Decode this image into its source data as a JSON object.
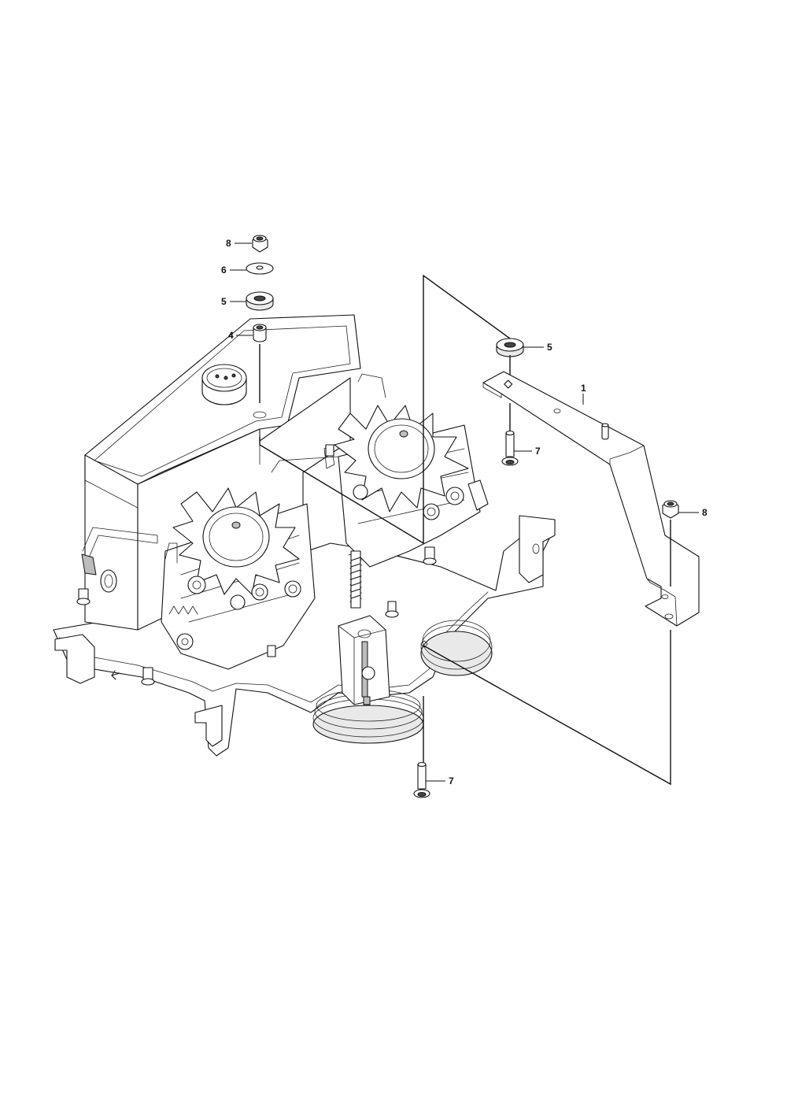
{
  "callouts": [
    {
      "id": "c8-top",
      "label": "8"
    },
    {
      "id": "c6",
      "label": "6"
    },
    {
      "id": "c5-top",
      "label": "5"
    },
    {
      "id": "c4",
      "label": "4"
    },
    {
      "id": "c5-right",
      "label": "5"
    },
    {
      "id": "c1",
      "label": "1"
    },
    {
      "id": "c7-upper",
      "label": "7"
    },
    {
      "id": "c8-right",
      "label": "8"
    },
    {
      "id": "c7-lower",
      "label": "7"
    }
  ]
}
